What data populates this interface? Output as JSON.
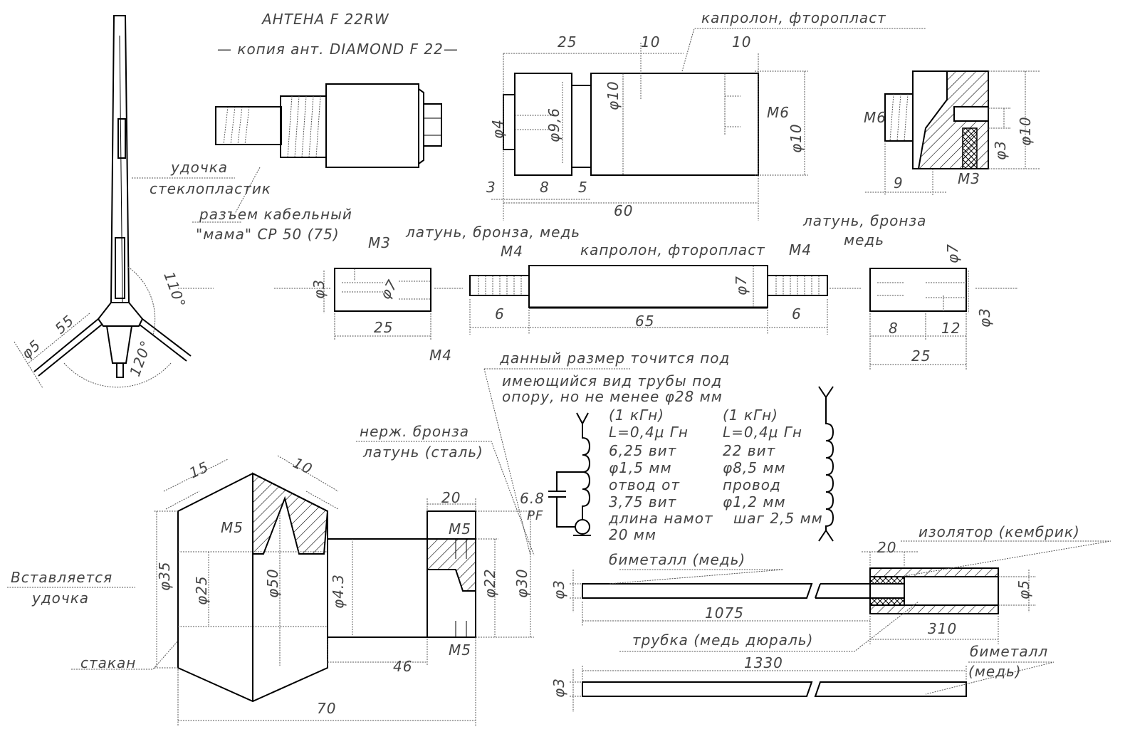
{
  "title": {
    "line1": "АНТЕНА F 22RW",
    "line2": "— копия ант. DIAMOND F 22—"
  },
  "antenna": {
    "rod_label1": "удочка",
    "rod_label2": "стеклопластик",
    "dim_55": "55",
    "dim_d5": "φ5",
    "angle_110": "110°",
    "angle_120": "120°"
  },
  "connector": {
    "label1": "разъем кабельный",
    "label2": "\"мама\" СР 50 (75)"
  },
  "top_part": {
    "material": "капролон, фторопласт",
    "d25": "25",
    "d10a": "10",
    "d10b": "10",
    "phi4": "φ4",
    "phi9_6": "φ9,6",
    "phi10a": "φ10",
    "m6": "М6",
    "phi10b": "φ10",
    "d3": "3",
    "d8": "8",
    "d5": "5",
    "d60": "60"
  },
  "top_right": {
    "m6": "М6",
    "phi3": "φ3",
    "phi10": "φ10",
    "d9": "9",
    "m3": "М3",
    "material1": "латунь, бронза",
    "material2": "медь"
  },
  "middle": {
    "left": {
      "m3": "М3",
      "material": "латунь, бронза, медь",
      "phi3": "φ3",
      "phi7": "φ7",
      "d25": "25",
      "m4": "М4"
    },
    "center": {
      "m4_left": "М4",
      "material": "капролон, фторопласт",
      "m4_right": "М4",
      "phi7": "φ7",
      "d6a": "6",
      "d65": "65",
      "d6b": "6"
    },
    "right": {
      "phi7": "φ7",
      "phi3": "φ3",
      "d8": "8",
      "d12": "12",
      "d25": "25"
    }
  },
  "note": {
    "line1": "данный размер точится под",
    "line2": "имеющийся вид трубы под",
    "line3": "опору, но не менее φ28 мм"
  },
  "coil1": {
    "lines": [
      "(1 кГн)",
      "L=0,4μ Гн",
      "6,25 вит",
      "φ1,5 мм",
      "отвод от",
      "3,75 вит",
      "длина намот",
      "20 мм"
    ]
  },
  "coil2": {
    "lines": [
      "(1 кГн)",
      "L=0,4μ Гн",
      "22 вит",
      "φ8,5 мм",
      "провод",
      "φ1,2 мм",
      "шаг 2,5 мм"
    ]
  },
  "capacitor": {
    "value": "6.8",
    "unit": "PF"
  },
  "base": {
    "material1": "нерж. бронза",
    "material2": "латунь (сталь)",
    "d15": "15",
    "d10": "10",
    "m5a": "М5",
    "d20": "20",
    "m5b": "М5",
    "phi35": "φ35",
    "phi25": "φ25",
    "phi50": "φ50",
    "phi43": "φ4.3",
    "phi22": "φ22",
    "phi30": "φ30",
    "m5c": "М5",
    "d46": "46",
    "d70": "70",
    "insert1": "Вставляется",
    "insert2": "удочка",
    "cup": "стакан"
  },
  "radiator": {
    "insulator": "изолятор (кембрик)",
    "d20": "20",
    "bimetal": "биметалл (медь)",
    "phi3a": "φ3",
    "phi5": "φ5",
    "d1075": "1075",
    "d310": "310",
    "tube": "трубка (медь дюраль)",
    "d1330": "1330",
    "bimetal2a": "биметалл",
    "bimetal2b": "(медь)",
    "phi3b": "φ3"
  }
}
